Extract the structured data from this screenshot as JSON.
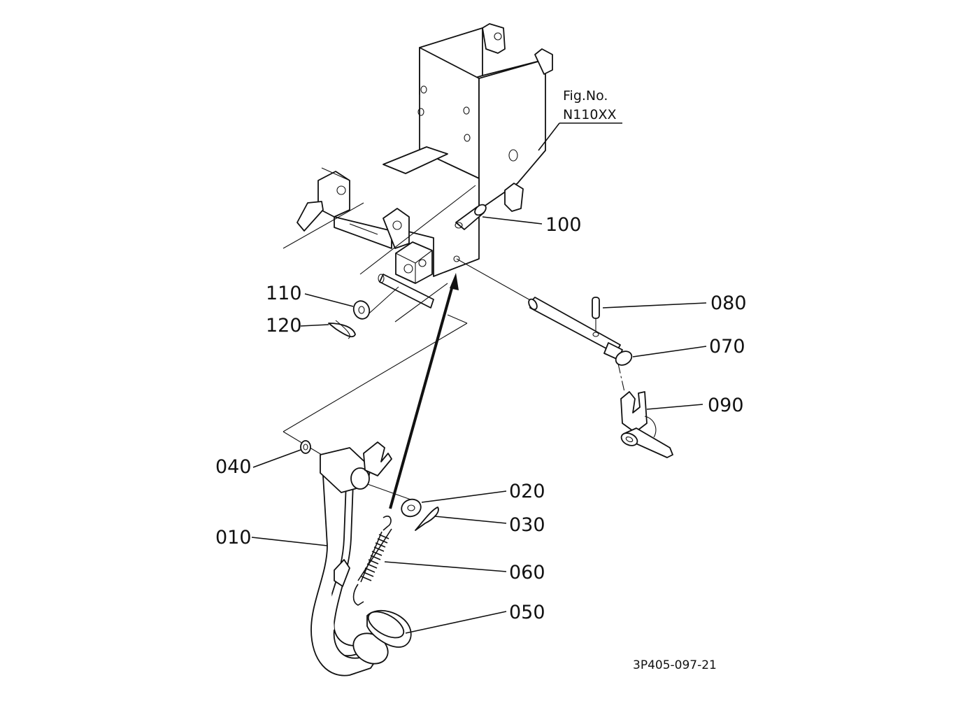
{
  "figure": {
    "fig_no_label": "Fig.No.",
    "fig_no_value": "N110XX",
    "drawing_code": "3P405-097-21"
  },
  "callouts": [
    {
      "id": "100",
      "text": "100"
    },
    {
      "id": "110",
      "text": "110"
    },
    {
      "id": "120",
      "text": "120"
    },
    {
      "id": "080",
      "text": "080"
    },
    {
      "id": "070",
      "text": "070"
    },
    {
      "id": "090",
      "text": "090"
    },
    {
      "id": "040",
      "text": "040"
    },
    {
      "id": "020",
      "text": "020"
    },
    {
      "id": "030",
      "text": "030"
    },
    {
      "id": "010",
      "text": "010"
    },
    {
      "id": "060",
      "text": "060"
    },
    {
      "id": "050",
      "text": "050"
    }
  ]
}
